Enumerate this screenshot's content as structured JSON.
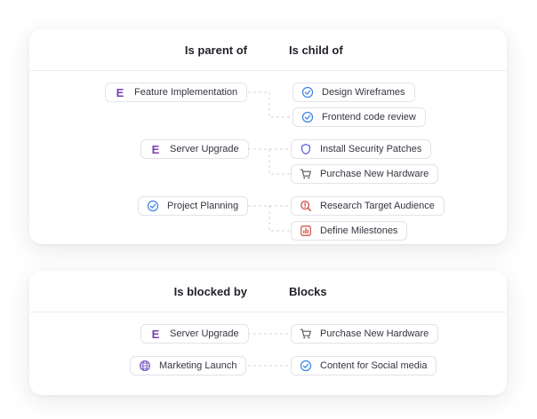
{
  "colors": {
    "check": "#3d82e6",
    "shield": "#5a5ce0",
    "epic": "#7a3fb0",
    "research": "#d0463c",
    "milestone": "#d0463c",
    "cart": "#55555f",
    "globe": "#7a5cc4"
  },
  "hierarchy": {
    "left_header": "Is parent of",
    "right_header": "Is child of",
    "groups": [
      {
        "parent": {
          "label": "Feature Implementation",
          "icon": "epic-icon"
        },
        "children": [
          {
            "label": "Design Wireframes",
            "icon": "check-circle-icon"
          },
          {
            "label": "Frontend code review",
            "icon": "check-circle-icon"
          }
        ]
      },
      {
        "parent": {
          "label": "Server Upgrade",
          "icon": "epic-icon"
        },
        "children": [
          {
            "label": "Install Security Patches",
            "icon": "shield-icon"
          },
          {
            "label": "Purchase New Hardware",
            "icon": "cart-icon"
          }
        ]
      },
      {
        "parent": {
          "label": "Project Planning",
          "icon": "check-circle-icon"
        },
        "children": [
          {
            "label": "Research Target Audience",
            "icon": "magnifier-alert-icon"
          },
          {
            "label": "Define Milestones",
            "icon": "bar-chart-icon"
          }
        ]
      }
    ]
  },
  "blocking": {
    "left_header": "Is blocked by",
    "right_header": "Blocks",
    "rows": [
      {
        "left": {
          "label": "Server Upgrade",
          "icon": "epic-icon"
        },
        "right": {
          "label": "Purchase New Hardware",
          "icon": "cart-icon"
        }
      },
      {
        "left": {
          "label": "Marketing Launch",
          "icon": "globe-icon"
        },
        "right": {
          "label": "Content for Social media",
          "icon": "check-circle-icon"
        }
      }
    ]
  }
}
